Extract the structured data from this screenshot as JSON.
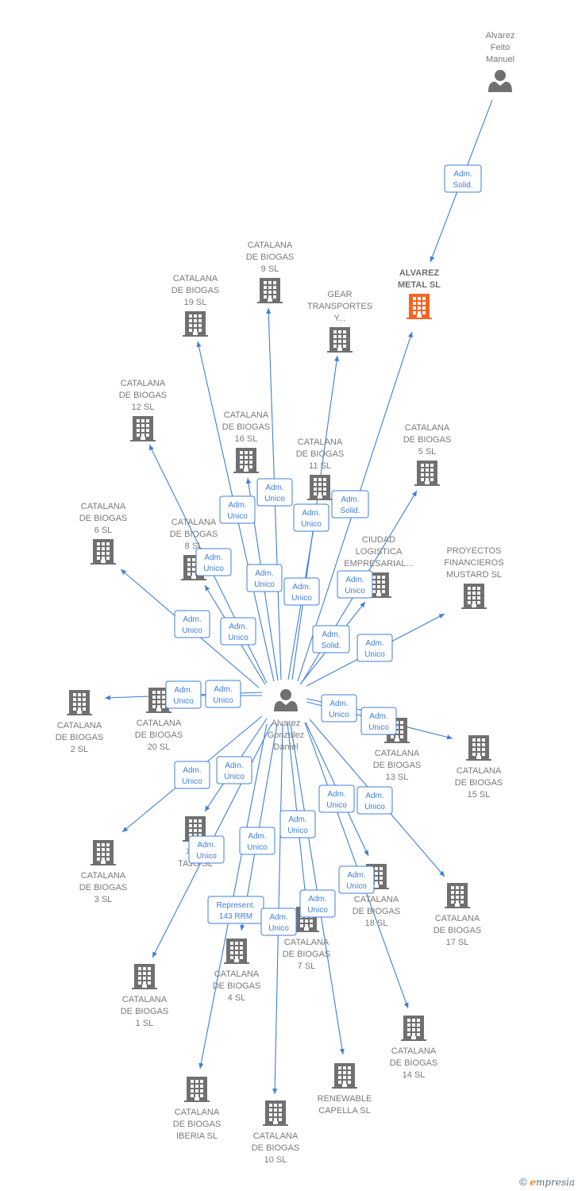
{
  "colors": {
    "edge": "#3f7fd6",
    "company": "#707070",
    "highlight": "#f26522",
    "person": "#707070"
  },
  "copyright": {
    "symbol": "©",
    "brand_first": "e",
    "brand_rest": "mpresia"
  },
  "nodes": [
    {
      "id": "feito",
      "type": "person",
      "lines": [
        "Alvarez",
        "Feito",
        "Manuel"
      ]
    },
    {
      "id": "daniel",
      "type": "person",
      "lines": [
        "Alvarez",
        "Gonzalez",
        "Daniel"
      ]
    },
    {
      "id": "alvmetal",
      "type": "company",
      "highlight": true,
      "lines": [
        "ALVAREZ",
        "METAL  SL"
      ]
    },
    {
      "id": "cb9",
      "type": "company",
      "lines": [
        "CATALANA",
        "DE BIOGAS",
        "9  SL"
      ]
    },
    {
      "id": "cb19",
      "type": "company",
      "lines": [
        "CATALANA",
        "DE BIOGAS",
        "19  SL"
      ]
    },
    {
      "id": "gear",
      "type": "company",
      "lines": [
        "GEAR",
        "TRANSPORTES",
        "Y..."
      ]
    },
    {
      "id": "cb12",
      "type": "company",
      "lines": [
        "CATALANA",
        "DE BIOGAS",
        "12  SL"
      ]
    },
    {
      "id": "cb16",
      "type": "company",
      "lines": [
        "CATALANA",
        "DE BIOGAS",
        "16  SL"
      ]
    },
    {
      "id": "cb11",
      "type": "company",
      "lines": [
        "CATALANA",
        "DE BIOGAS",
        "11  SL"
      ]
    },
    {
      "id": "cb5",
      "type": "company",
      "lines": [
        "CATALANA",
        "DE BIOGAS",
        "5  SL"
      ]
    },
    {
      "id": "cb6",
      "type": "company",
      "lines": [
        "CATALANA",
        "DE BIOGAS",
        "6  SL"
      ]
    },
    {
      "id": "cb8",
      "type": "company",
      "lines": [
        "CATALANA",
        "DE BIOGAS",
        "8  SL"
      ]
    },
    {
      "id": "ciudad",
      "type": "company",
      "lines": [
        "CIUDAD",
        "LOGISTICA",
        "EMPRESARIAL..."
      ]
    },
    {
      "id": "proy",
      "type": "company",
      "lines": [
        "PROYECTOS",
        "FINANCIEROS",
        "MUSTARD  SL"
      ]
    },
    {
      "id": "cb2",
      "type": "company",
      "lines": [
        "CATALANA",
        "DE BIOGAS",
        "2  SL"
      ]
    },
    {
      "id": "cb20",
      "type": "company",
      "lines": [
        "CATALANA",
        "DE BIOGAS",
        "20  SL"
      ]
    },
    {
      "id": "cb13",
      "type": "company",
      "lines": [
        "CATALANA",
        "DE BIOGAS",
        "13  SL"
      ]
    },
    {
      "id": "cb15",
      "type": "company",
      "lines": [
        "CATALANA",
        "DE BIOGAS",
        "15  SL"
      ]
    },
    {
      "id": "xzm",
      "type": "company",
      "lines": [
        "XZM",
        "TAJO SL"
      ]
    },
    {
      "id": "cb3",
      "type": "company",
      "lines": [
        "CATALANA",
        "DE BIOGAS",
        "3  SL"
      ]
    },
    {
      "id": "cb18",
      "type": "company",
      "lines": [
        "CATALANA",
        "DE BIOGAS",
        "18  SL"
      ]
    },
    {
      "id": "cb17",
      "type": "company",
      "lines": [
        "CATALANA",
        "DE BIOGAS",
        "17  SL"
      ]
    },
    {
      "id": "cb7",
      "type": "company",
      "lines": [
        "CATALANA",
        "DE BIOGAS",
        "7  SL"
      ]
    },
    {
      "id": "cb4",
      "type": "company",
      "lines": [
        "CATALANA",
        "DE BIOGAS",
        "4  SL"
      ]
    },
    {
      "id": "cb1",
      "type": "company",
      "lines": [
        "CATALANA",
        "DE BIOGAS",
        "1  SL"
      ]
    },
    {
      "id": "cb14",
      "type": "company",
      "lines": [
        "CATALANA",
        "DE BIOGAS",
        "14  SL"
      ]
    },
    {
      "id": "renew",
      "type": "company",
      "lines": [
        "RENEWABLE",
        "CAPELLA  SL"
      ]
    },
    {
      "id": "iberia",
      "type": "company",
      "lines": [
        "CATALANA",
        "DE BIOGAS",
        "IBERIA  SL"
      ]
    },
    {
      "id": "cb10",
      "type": "company",
      "lines": [
        "CATALANA",
        "DE BIOGAS",
        "10  SL"
      ]
    }
  ],
  "edges": [
    {
      "from": "feito",
      "to": "alvmetal",
      "label": [
        "Adm.",
        "Solid."
      ]
    },
    {
      "from": "daniel",
      "to": "cb9",
      "label": [
        "Adm.",
        "Unico"
      ]
    },
    {
      "from": "daniel",
      "to": "cb19",
      "label": [
        "Adm.",
        "Unico"
      ]
    },
    {
      "from": "daniel",
      "to": "gear",
      "label": [
        "Adm.",
        "Unico"
      ]
    },
    {
      "from": "daniel",
      "to": "alvmetal",
      "label": [
        "Adm.",
        "Solid."
      ]
    },
    {
      "from": "daniel",
      "to": "cb12",
      "label": [
        "Adm.",
        "Unico"
      ]
    },
    {
      "from": "daniel",
      "to": "cb16",
      "label": [
        "Adm.",
        "Unico"
      ]
    },
    {
      "from": "daniel",
      "to": "cb11",
      "label": [
        "Adm.",
        "Unico"
      ]
    },
    {
      "from": "daniel",
      "to": "cb5",
      "label": [
        "Adm.",
        "Solid."
      ]
    },
    {
      "from": "daniel",
      "to": "cb6",
      "label": [
        "Adm.",
        "Unico"
      ]
    },
    {
      "from": "daniel",
      "to": "cb8",
      "label": [
        "Adm.",
        "Unico"
      ]
    },
    {
      "from": "daniel",
      "to": "ciudad",
      "label": [
        "Adm.",
        "Unico"
      ]
    },
    {
      "from": "daniel",
      "to": "proy",
      "label": [
        "Adm.",
        "Unico"
      ]
    },
    {
      "from": "daniel",
      "to": "cb2",
      "label": [
        "Adm.",
        "Unico"
      ]
    },
    {
      "from": "daniel",
      "to": "cb20",
      "label": [
        "Adm.",
        "Unico"
      ]
    },
    {
      "from": "daniel",
      "to": "cb13",
      "label": [
        "Adm.",
        "Unico"
      ]
    },
    {
      "from": "daniel",
      "to": "cb15",
      "label": [
        "Adm.",
        "Unico"
      ]
    },
    {
      "from": "daniel",
      "to": "xzm",
      "label": [
        "Adm.",
        "Unico"
      ]
    },
    {
      "from": "daniel",
      "to": "cb3",
      "label": [
        "Adm.",
        "Unico"
      ]
    },
    {
      "from": "daniel",
      "to": "cb18",
      "label": [
        "Adm.",
        "Unico"
      ]
    },
    {
      "from": "daniel",
      "to": "cb17",
      "label": [
        "Adm.",
        "Unico"
      ]
    },
    {
      "from": "daniel",
      "to": "cb7",
      "label": [
        "Adm.",
        "Unico"
      ]
    },
    {
      "from": "daniel",
      "to": "cb4",
      "label": [
        "Adm.",
        "Unico"
      ]
    },
    {
      "from": "daniel",
      "to": "cb1",
      "label": [
        "Adm.",
        "Unico"
      ]
    },
    {
      "from": "daniel",
      "to": "cb14",
      "label": [
        "Adm.",
        "Unico"
      ]
    },
    {
      "from": "daniel",
      "to": "renew",
      "label": [
        "Adm.",
        "Unico"
      ]
    },
    {
      "from": "daniel",
      "to": "iberia",
      "label": [
        "Represent.",
        "143 RRM"
      ]
    },
    {
      "from": "daniel",
      "to": "cb10",
      "label": [
        "Adm.",
        "Unico"
      ]
    }
  ]
}
